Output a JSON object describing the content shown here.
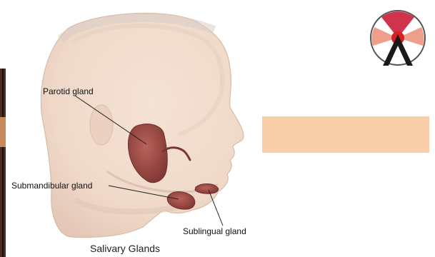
{
  "diagram": {
    "caption": "Salivary Glands",
    "labels": {
      "parotid": "Parotid gland",
      "submandibular": "Submandibular gland",
      "sublingual": "Sublingual gland"
    }
  },
  "logo": {
    "icon": "red-triangle-circle-logo-icon"
  },
  "colors": {
    "gland": "#8a3f3a",
    "gland_highlight": "#b8625a",
    "skin": "#f2dccd",
    "box": "#f8cfa8",
    "logo_red": "#c8102e"
  }
}
